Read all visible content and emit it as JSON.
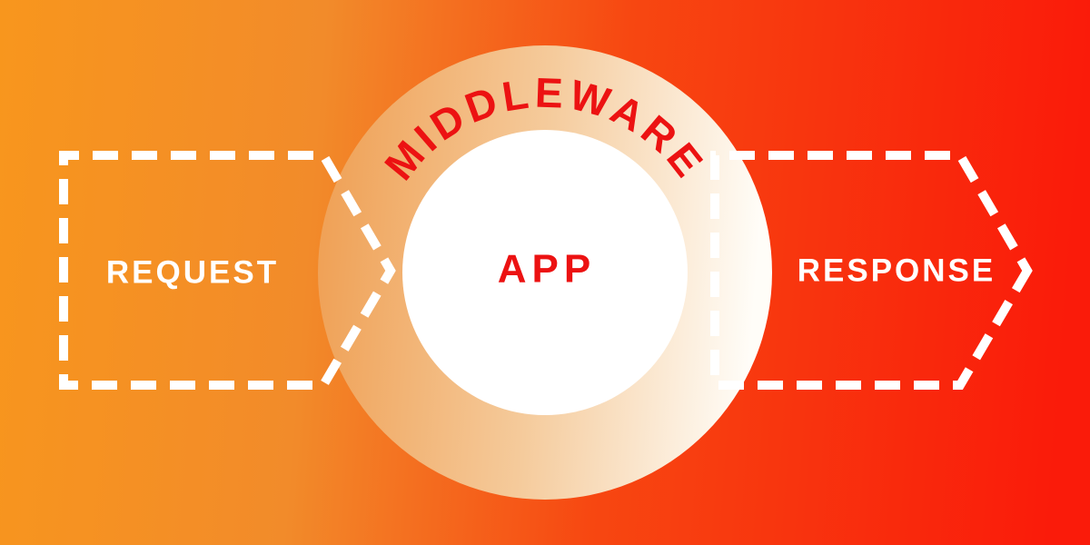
{
  "diagram": {
    "middleware_label": "MIDDLEWARE",
    "app_label": "APP",
    "request_label": "REQUEST",
    "response_label": "RESPONSE"
  },
  "colors": {
    "bg_orange": "#F8961D",
    "bg_mid_orange": "#F28B2A",
    "bg_red_mid": "#F74711",
    "bg_red": "#FA1B0A",
    "ring_orange": "#EF9E51",
    "ring_cream": "#F5CB9C",
    "ring_white": "#FFFDF8",
    "label_red": "#EC1212",
    "label_white": "#FFFFFF"
  }
}
